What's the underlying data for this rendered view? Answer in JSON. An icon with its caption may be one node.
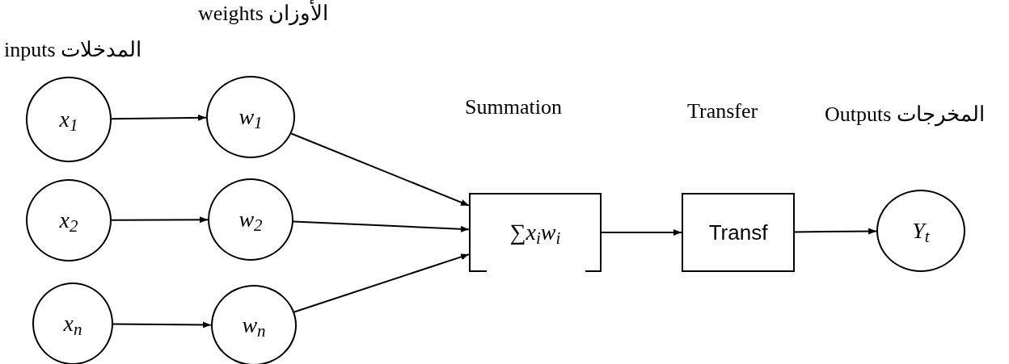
{
  "diagram": {
    "nodes": [
      {
        "text": [
          "x$_{1}$"
        ]
      },
      {
        "text": [
          "w$_{1}$"
        ]
      },
      {
        "text": [
          "x$_{2}$"
        ]
      },
      {
        "text": [
          "w$_{2}$"
        ]
      },
      {
        "text": [
          "x$_{n}$"
        ]
      },
      {
        "text": [
          "w$_{n}$"
        ]
      },
      {
        "text": [
          "∑x$_{i}$w$_{i}$"
        ],
        "beside": [
          "Summation"
        ]
      },
      {
        "text": [
          "Transf"
        ],
        "beside": [
          "Transfer"
        ]
      },
      {
        "text": [
          "Y$_{t}$"
        ]
      }
    ],
    "edges": [
      {
        "from": 0,
        "to": 1,
        "arrow": "to"
      },
      {
        "from": 2,
        "to": 3,
        "arrow": "to"
      },
      {
        "from": 4,
        "to": 5,
        "arrow": "to"
      },
      {
        "from": 1,
        "to": 6,
        "arrow": "to"
      },
      {
        "from": 3,
        "to": 6,
        "arrow": "to"
      },
      {
        "from": 5,
        "to": 6,
        "arrow": "to"
      },
      {
        "from": 6,
        "to": 7,
        "arrow": "to"
      },
      {
        "from": 7,
        "to": 8,
        "arrow": "to"
      }
    ],
    "labels": [
      "الأوزان weights",
      "المدخلات inputs",
      "المخرجات Outputs"
    ]
  }
}
